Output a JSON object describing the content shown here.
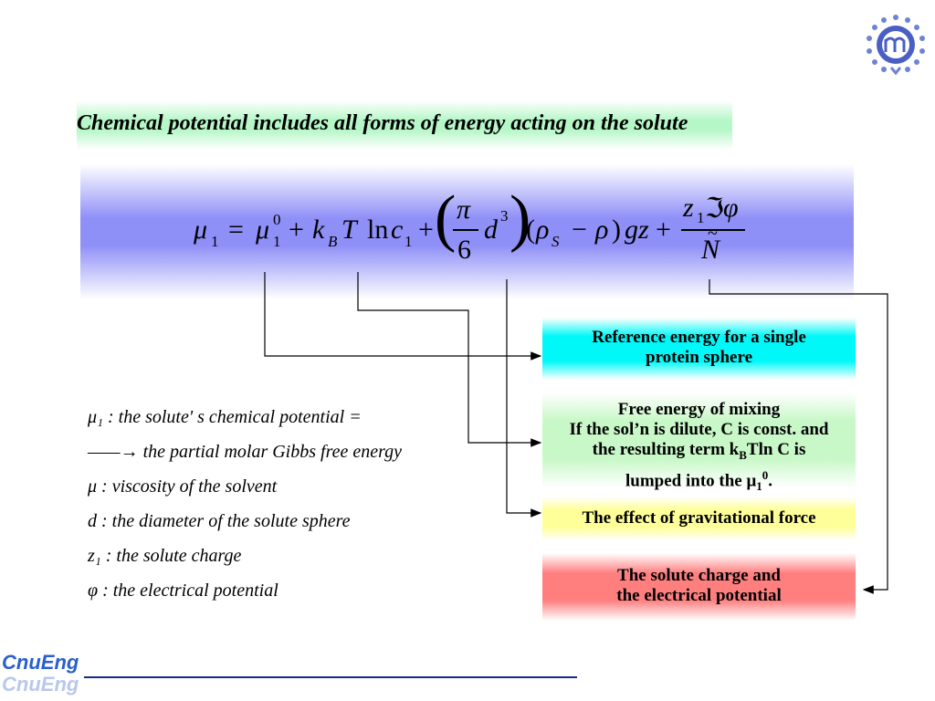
{
  "title": "Chemical potential includes all forms of energy acting on the solute",
  "boxes": {
    "reference": [
      "Reference energy for a single",
      "protein sphere"
    ],
    "mixing": {
      "line1": "Free energy of mixing",
      "line2": "If the sol’n is dilute, C is const. and",
      "line3_pre": "the resulting term k",
      "line3_sub": "B",
      "line3_post": "Tln C is",
      "line4_pre": "lumped into the μ",
      "line4_sub": "1",
      "line4_sup": "0",
      "line4_post": "."
    },
    "gravity": "The effect of gravitational force",
    "charge": [
      "The solute charge and",
      "the electrical potential"
    ]
  },
  "definitions": [
    "μ₁ : the solute' s  chemical  potential  =",
    "——→ the  partial molar Gibbs  free energy",
    "μ : viscosity of  the solvent",
    "d : the diameter of  the solute sphere",
    "z₁ : the solute charge",
    "φ : the electrical  potential"
  ],
  "equation": {
    "mu": "μ",
    "one": "1",
    "eq": "=",
    "zero": "0",
    "plus": "+",
    "k": "k",
    "B": "B",
    "T": "T",
    "ln": "ln",
    "c": "c",
    "pi": "π",
    "six": "6",
    "d": "d",
    "three": "3",
    "lpar": "(",
    "rho": "ρ",
    "S": "S",
    "minus": "−",
    "rpar": ")",
    "gz": "gz",
    "z": "z",
    "frak": "ℑ",
    "phi": "φ",
    "N": "N",
    "tilde": "~"
  },
  "footer": {
    "logo_text": "CnuEng"
  },
  "colors": {
    "title_band": "#b6f7c8",
    "equation_band": "#8f8ff8",
    "box_reference": "#00f8f8",
    "box_mixing": "#c8f8c8",
    "box_gravity": "#ffff9a",
    "box_charge": "#ff7f7f",
    "logo": "#4a5fc4",
    "footer_line": "#1b2a8a"
  }
}
